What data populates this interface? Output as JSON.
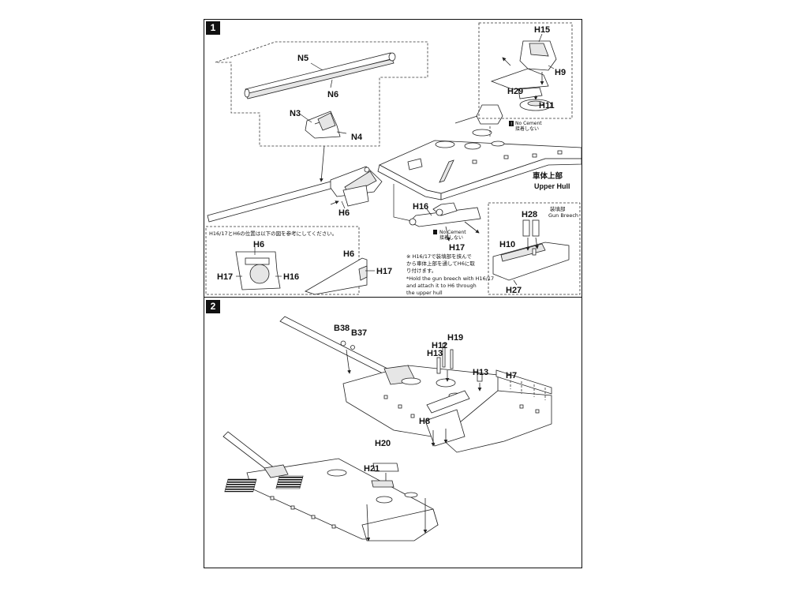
{
  "steps": [
    {
      "number": "1"
    },
    {
      "number": "2"
    }
  ],
  "step1": {
    "labels": {
      "n5": "N5",
      "n6": "N6",
      "n3": "N3",
      "n4": "N4",
      "h6": "H6",
      "h15": "H15",
      "h9": "H9",
      "h29": "H29",
      "h11": "H11",
      "h16": "H16",
      "h17": "H17",
      "h28": "H28",
      "h10": "H10",
      "h27": "H27"
    },
    "no_cement_en": "No Cement",
    "no_cement_jp": "接着しない",
    "no_cement_small_en": "No Cement",
    "no_cement_small_jp": "接着しない",
    "upper_hull_jp": "車体上部",
    "upper_hull_en": "Upper Hull",
    "gun_breech_jp": "装填部",
    "gun_breech_en": "Gun Breech",
    "position_box": {
      "title": "H16/17とH6の位置は以下の図を参考にしてください。",
      "labels": {
        "h6a": "H6",
        "h17a": "H17",
        "h16a": "H16",
        "h6b": "H6",
        "h17b": "H17"
      }
    },
    "note_jp": [
      "※ H16/17で装填部を挟んで",
      "から車体上部を通してH6に取",
      "り付けます。"
    ],
    "note_en": [
      "*Hold the gun breech with H16/17",
      "and attach it to H6 through",
      "the upper hull"
    ]
  },
  "step2": {
    "labels": {
      "b38": "B38",
      "b37": "B37",
      "h19": "H19",
      "h12": "H12",
      "h13a": "H13",
      "h13b": "H13",
      "h7": "H7",
      "h8": "H8",
      "h20": "H20",
      "h21": "H21"
    }
  },
  "colors": {
    "ink": "#111111",
    "paper": "#ffffff",
    "part_shade": "#e6e6e6"
  }
}
